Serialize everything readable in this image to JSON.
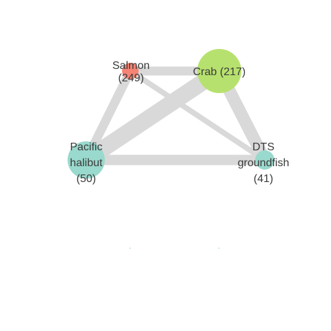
{
  "nodes": [
    {
      "id": "salmon",
      "lines": [
        "Salmon",
        "(249)"
      ],
      "color": "#f48474"
    },
    {
      "id": "crab",
      "lines": [
        "Crab (217)"
      ],
      "color": "#b7e16e"
    },
    {
      "id": "halibut",
      "lines": [
        "Pacific",
        "halibut",
        "(50)"
      ],
      "color": "#9ad9cd"
    },
    {
      "id": "dts",
      "lines": [
        "DTS",
        "groundfish",
        "(41)"
      ],
      "color": "#9ad9cd"
    }
  ],
  "edges": [
    {
      "from": "salmon",
      "to": "crab"
    },
    {
      "from": "salmon",
      "to": "halibut"
    },
    {
      "from": "salmon",
      "to": "dts"
    },
    {
      "from": "crab",
      "to": "halibut"
    },
    {
      "from": "crab",
      "to": "dts"
    },
    {
      "from": "halibut",
      "to": "dts"
    }
  ],
  "edge_color": "#d9d9d9"
}
